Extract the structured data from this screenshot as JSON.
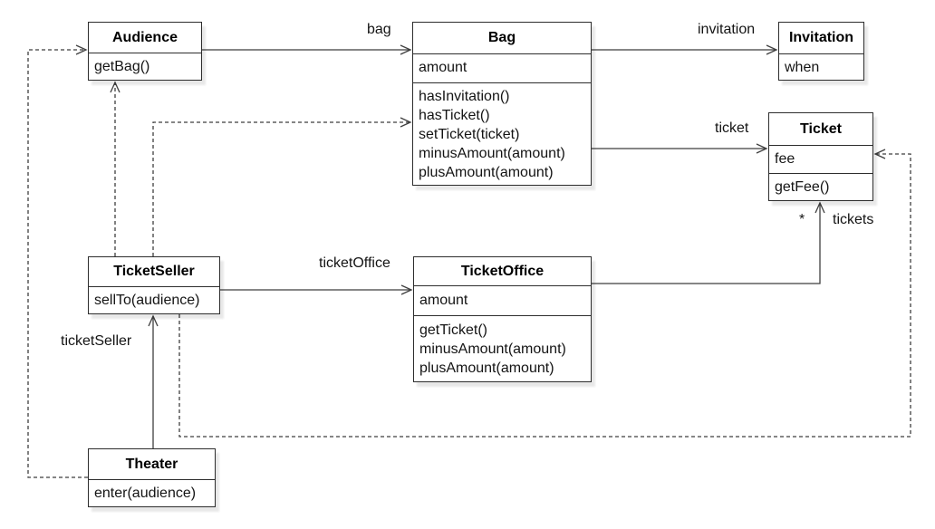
{
  "diagram": {
    "kind": "uml-class-diagram",
    "background": "#ffffff",
    "box_fill": "#ffffff",
    "stroke_color": "#3f3f3f",
    "text_color": "#141414"
  },
  "classes": [
    {
      "name": "Audience",
      "attributes": [],
      "methods": [
        "getBag()"
      ]
    },
    {
      "name": "Bag",
      "attributes": [
        "amount"
      ],
      "methods": [
        "hasInvitation()",
        "hasTicket()",
        "setTicket(ticket)",
        "minusAmount(amount)",
        "plusAmount(amount)"
      ]
    },
    {
      "name": "Invitation",
      "attributes": [
        "when"
      ],
      "methods": []
    },
    {
      "name": "Ticket",
      "attributes": [
        "fee"
      ],
      "methods": [
        "getFee()"
      ]
    },
    {
      "name": "TicketSeller",
      "attributes": [],
      "methods": [
        "sellTo(audience)"
      ]
    },
    {
      "name": "TicketOffice",
      "attributes": [
        "amount"
      ],
      "methods": [
        "getTicket()",
        "minusAmount(amount)",
        "plusAmount(amount)"
      ]
    },
    {
      "name": "Theater",
      "attributes": [],
      "methods": [
        "enter(audience)"
      ]
    }
  ],
  "relationships": [
    {
      "from": "Audience",
      "to": "Bag",
      "type": "association",
      "label": "bag"
    },
    {
      "from": "Bag",
      "to": "Invitation",
      "type": "association",
      "label": "invitation"
    },
    {
      "from": "Bag",
      "to": "Ticket",
      "type": "association",
      "label": "ticket"
    },
    {
      "from": "TicketSeller",
      "to": "TicketOffice",
      "type": "association",
      "label": "ticketOffice"
    },
    {
      "from": "TicketOffice",
      "to": "Ticket",
      "type": "association",
      "label": "tickets",
      "multiplicity": "*"
    },
    {
      "from": "Theater",
      "to": "TicketSeller",
      "type": "association",
      "label": "ticketSeller"
    },
    {
      "from": "Theater",
      "to": "Audience",
      "type": "dependency",
      "label": ""
    },
    {
      "from": "TicketSeller",
      "to": "Audience",
      "type": "dependency",
      "label": ""
    },
    {
      "from": "TicketSeller",
      "to": "Bag",
      "type": "dependency",
      "label": ""
    },
    {
      "from": "TicketSeller",
      "to": "Ticket",
      "type": "dependency",
      "label": ""
    }
  ]
}
